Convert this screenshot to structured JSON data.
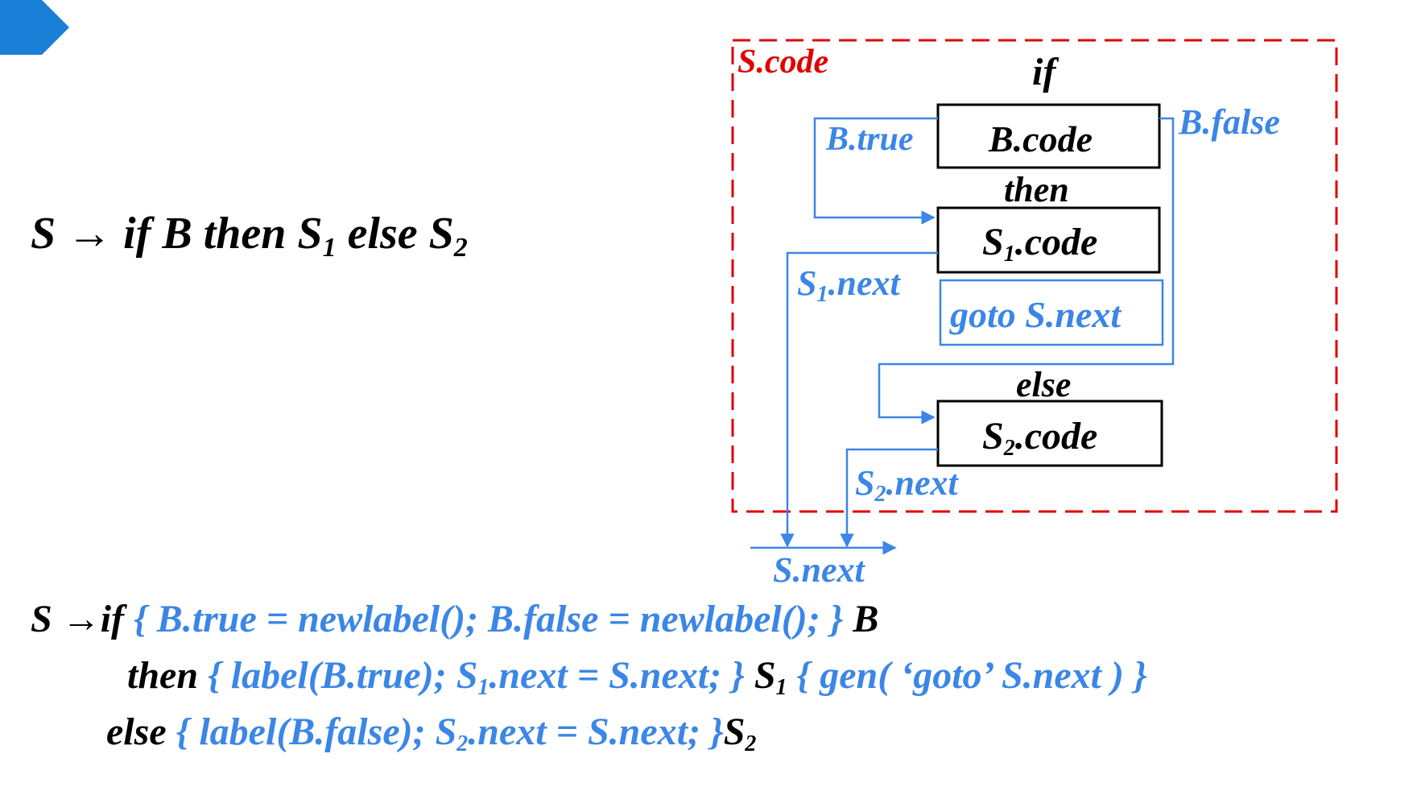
{
  "diagram": {
    "scode_label": "S.code",
    "if_kw": "if",
    "btrue": "B.true",
    "bcode": "B.code",
    "bfalse": "B.false",
    "then_kw": "then",
    "s1code_s": "S",
    "s1code_sub": "1",
    "s1code_rest": ".code",
    "s1next_s": "S",
    "s1next_sub": "1",
    "s1next_rest": ".next",
    "goto_text": "goto S.next",
    "else_kw": "else",
    "s2code_s": "S",
    "s2code_sub": "2",
    "s2code_rest": ".code",
    "s2next_s": "S",
    "s2next_sub": "2",
    "s2next_rest": ".next",
    "snext": "S.next"
  },
  "production": {
    "lhs": "S → if B then S",
    "sub1": "1",
    "mid": " else S",
    "sub2": "2"
  },
  "scheme": {
    "line1_kw": "S →if ",
    "line1_act": "{ B.true = newlabel(); B.false = newlabel(); } ",
    "line1_end": "B",
    "line2_kw": "then ",
    "line2_act1": "{ label(B.true); S",
    "line2_sub1": "1",
    "line2_act2": ".next = S.next; } ",
    "line2_s": "S",
    "line2_sub2": "1",
    "line2_act3": " { gen( ‘goto’  S.next ) }",
    "line3_kw": "else ",
    "line3_act1": "{ label(B.false); S",
    "line3_sub1": "2",
    "line3_act2": ".next = S.next; }",
    "line3_s": "S",
    "line3_sub2": "2"
  },
  "colors": {
    "accent_blue": "#3b86e6",
    "dashed_red": "#e00000",
    "tab_blue": "#1a7fd6"
  }
}
